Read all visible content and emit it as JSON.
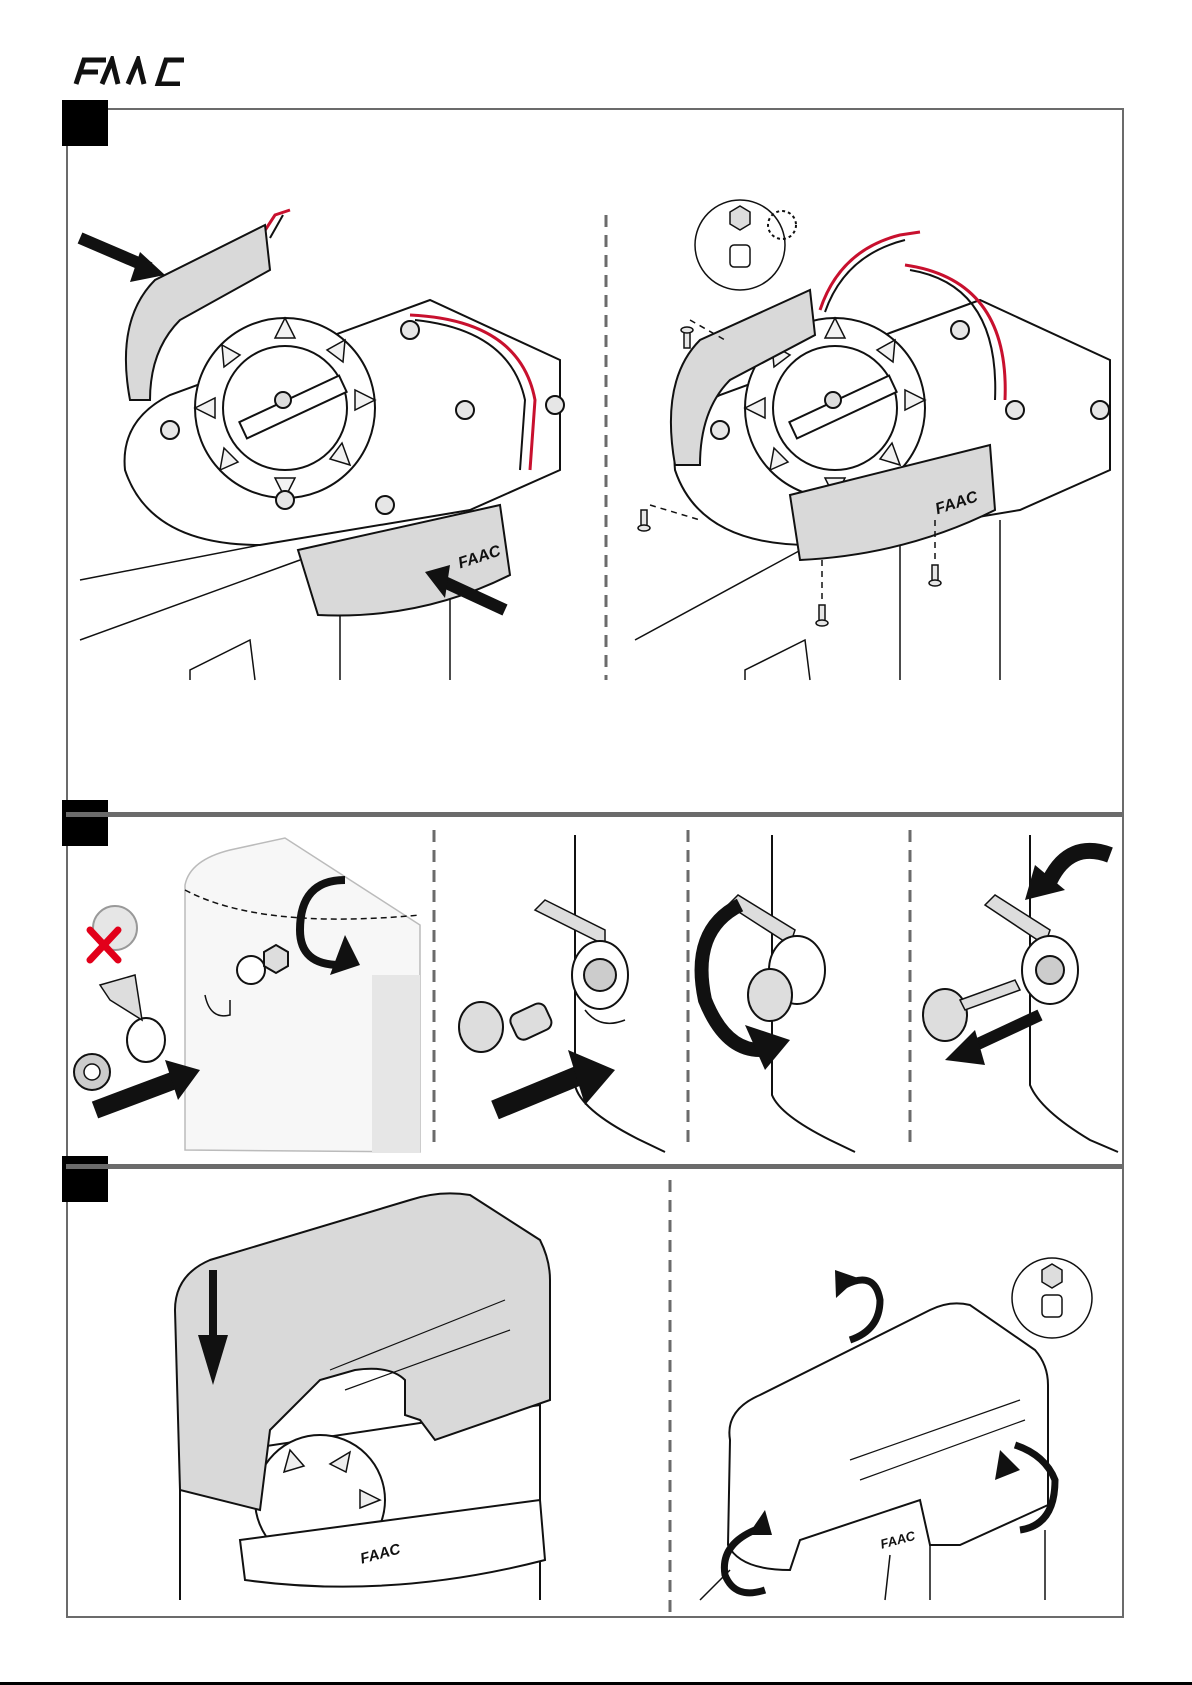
{
  "header": {
    "logo_text": "FAAC"
  },
  "steps": [
    {
      "id": "step-1",
      "panels": [
        "fit-side-covers",
        "fasten-screws"
      ],
      "tool_icons": [
        "hex-key-icon",
        "rotate-dotted-icon"
      ]
    },
    {
      "id": "step-2",
      "panels": [
        "fit-lock-cylinder",
        "insert-key",
        "turn-key",
        "remove-key"
      ]
    },
    {
      "id": "step-3",
      "panels": [
        "lower-cover",
        "tighten-cover-screws"
      ],
      "tool_icons": [
        "hex-key-icon"
      ]
    }
  ],
  "colors": {
    "frame": "#6b6b6b",
    "accent_cross": "#e2001a",
    "cover_grey": "#d9d9d9",
    "wire_red": "#c8102e"
  }
}
